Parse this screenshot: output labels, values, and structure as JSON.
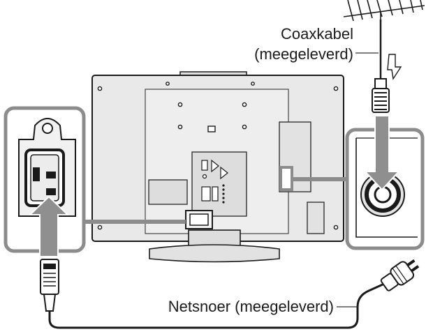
{
  "labels": {
    "coax_line1": "Coaxkabel",
    "coax_line2": "(meegeleverd)",
    "power_cord": "Netsnoer (meegeleverd)"
  },
  "colors": {
    "ink": "#1a1a1a",
    "accent": "#8c8c8c",
    "arrow": "#8f8f8f",
    "panel": "#e6e6e6"
  },
  "icons": [
    "antenna-icon",
    "lightning-icon",
    "coax-connector-icon",
    "coax-socket-icon",
    "power-inlet-icon",
    "power-plug-icon",
    "wall-plug-icon"
  ]
}
